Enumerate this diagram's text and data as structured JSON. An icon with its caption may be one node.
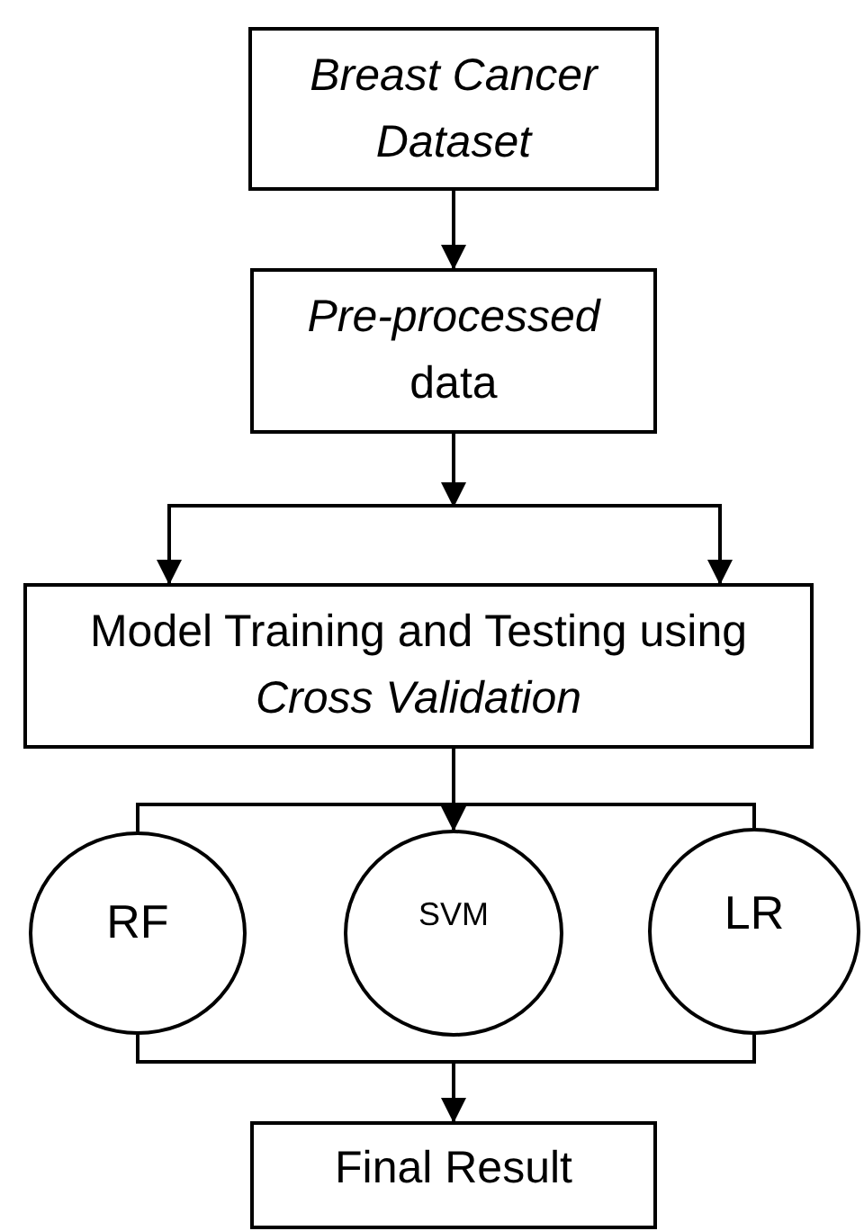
{
  "diagram": {
    "nodes": [
      {
        "text": [
          "Breast Cancer Dataset"
        ]
      },
      {
        "text": [
          "*Pre-processed* data"
        ]
      },
      {
        "text": [
          "Model Training and Testing using *Cross Validation*"
        ]
      },
      {
        "text": [
          "RF"
        ]
      },
      {
        "text": [
          "SVM"
        ]
      },
      {
        "text": [
          "LR"
        ]
      },
      {
        "text": [
          "Final Result"
        ]
      }
    ],
    "edges": [
      {
        "from": 0,
        "to": 1,
        "arrow": "to"
      },
      {
        "from": 1,
        "to": 2,
        "arrow": "to"
      },
      {
        "from": 1,
        "to": 2,
        "arrow": "to"
      },
      {
        "from": 2,
        "to": 3,
        "arrow": "none"
      },
      {
        "from": 2,
        "to": 4,
        "arrow": "to"
      },
      {
        "from": 2,
        "to": 5,
        "arrow": "none"
      },
      {
        "from": 3,
        "to": 6,
        "arrow": "to"
      },
      {
        "from": 5,
        "to": 6,
        "arrow": "to"
      }
    ]
  }
}
